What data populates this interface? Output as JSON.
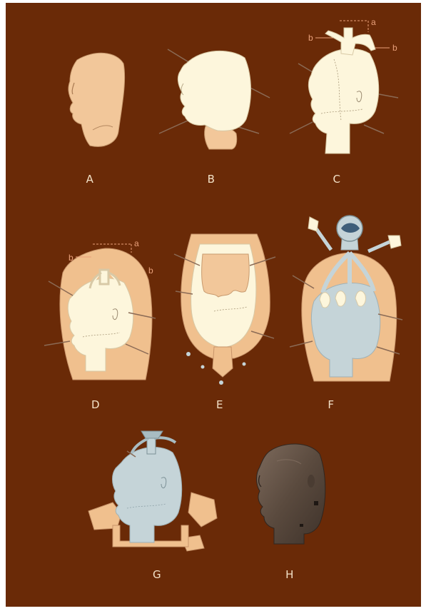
{
  "panels": [
    {
      "id": "A",
      "label": "A"
    },
    {
      "id": "B",
      "label": "B"
    },
    {
      "id": "C",
      "label": "C"
    },
    {
      "id": "D",
      "label": "D"
    },
    {
      "id": "E",
      "label": "E"
    },
    {
      "id": "F",
      "label": "F"
    },
    {
      "id": "G",
      "label": "G"
    },
    {
      "id": "H",
      "label": "H"
    }
  ],
  "callouts": {
    "gate": "a",
    "vent": "b"
  },
  "colors": {
    "background": "#6a2a07",
    "wax_core": "#f2c79a",
    "wax_model": "#fdf6dc",
    "mould": "#f0c08e",
    "metal": "#c5d4d8",
    "bronze": "#5a4a3e",
    "label": "#f3e2c8",
    "callout": "#e9a07a"
  }
}
